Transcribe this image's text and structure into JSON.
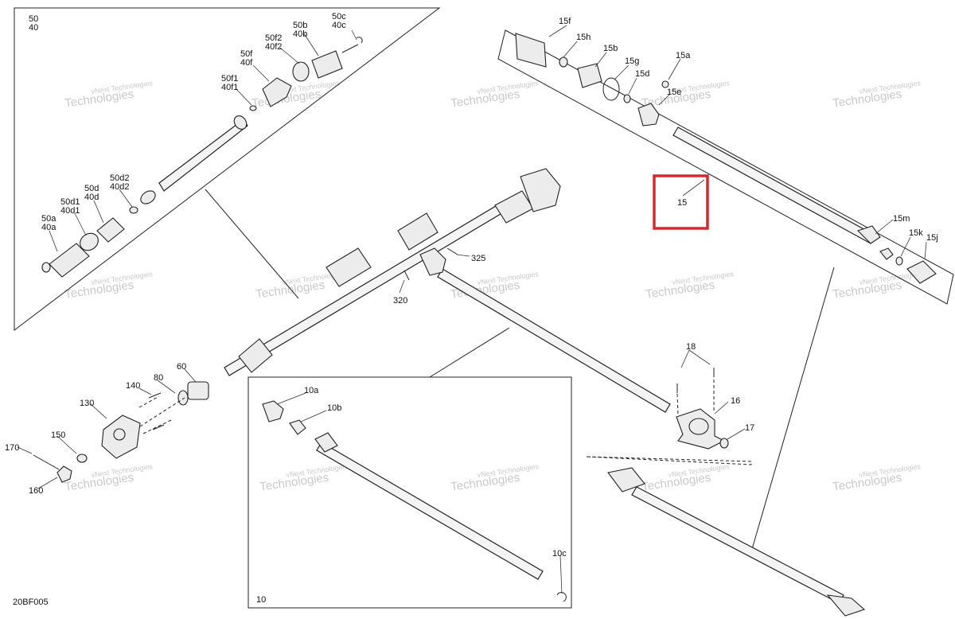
{
  "diagram_code": "20BF005",
  "highlight_label": "15",
  "highlight_color": "#d8282f",
  "watermark": {
    "line1": "vNext Technologies",
    "line2": "Technologies"
  },
  "callouts": {
    "c50_40": [
      "50",
      "40"
    ],
    "c50c": [
      "50c",
      "40c"
    ],
    "c50b": [
      "50b",
      "40b"
    ],
    "c50f2": [
      "50f2",
      "40f2"
    ],
    "c50f": [
      "50f",
      "40f"
    ],
    "c50f1": [
      "50f1",
      "40f1"
    ],
    "c50d2": [
      "50d2",
      "40d2"
    ],
    "c50d": [
      "50d",
      "40d"
    ],
    "c50d1": [
      "50d1",
      "40d1"
    ],
    "c50a": [
      "50a",
      "40a"
    ],
    "c15f": "15f",
    "c15h": "15h",
    "c15b": "15b",
    "c15g": "15g",
    "c15d": "15d",
    "c15a": "15a",
    "c15e": "15e",
    "c15m": "15m",
    "c15k": "15k",
    "c15j": "15j",
    "c325": "325",
    "c320": "320",
    "c18": "18",
    "c16": "16",
    "c17": "17",
    "c140": "140",
    "c80": "80",
    "c60": "60",
    "c130": "130",
    "c150": "150",
    "c170": "170",
    "c160": "160",
    "c10a": "10a",
    "c10b": "10b",
    "c10c": "10c",
    "c10": "10"
  }
}
